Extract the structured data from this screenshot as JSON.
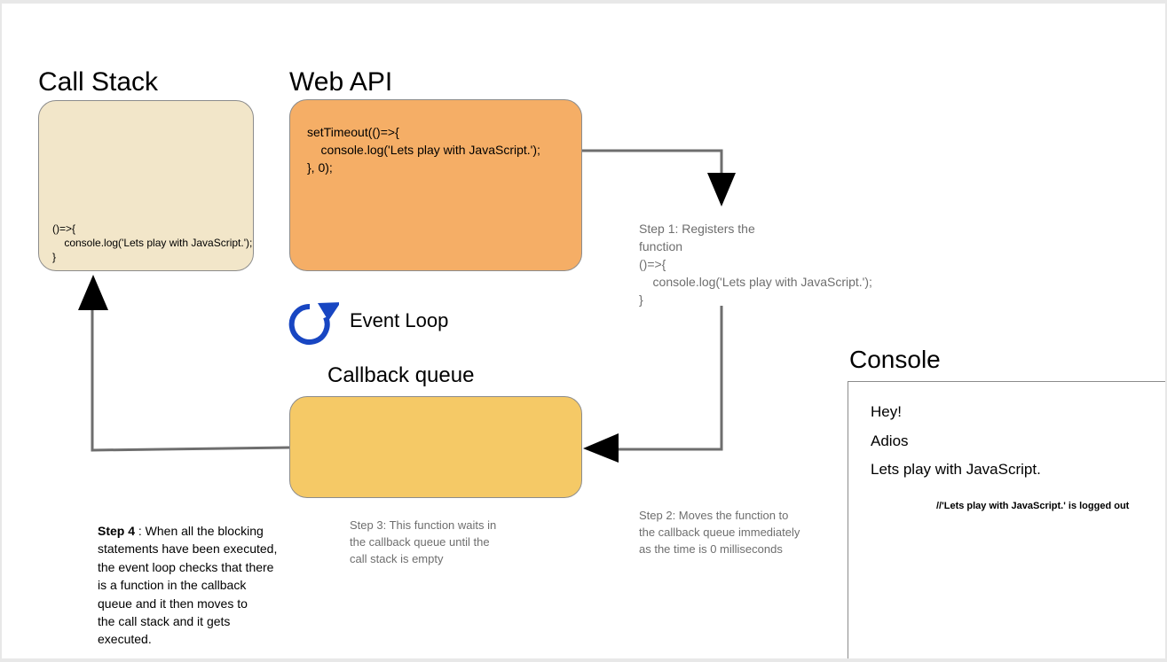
{
  "headings": {
    "call_stack": "Call Stack",
    "web_api": "Web API",
    "callback_queue": "Callback queue",
    "console": "Console",
    "event_loop": "Event Loop"
  },
  "call_stack_box": {
    "line1": "()=>{",
    "line2": "    console.log('Lets play with JavaScript.');",
    "line3": "}"
  },
  "web_api_box": {
    "line1": "setTimeout(()=>{",
    "line2": "    console.log('Lets play with JavaScript.');",
    "line3": "}, 0);"
  },
  "step1": {
    "line1": "Step 1: Registers the",
    "line2": "function",
    "line3": "()=>{",
    "line4": "    console.log('Lets play with JavaScript.');",
    "line5": "}"
  },
  "step2": {
    "line1": "Step 2: Moves the function to",
    "line2": "the callback queue immediately",
    "line3": "as the time is 0 milliseconds"
  },
  "step3": {
    "line1": "Step 3: This function waits in",
    "line2": "the callback queue until the",
    "line3": "call stack is empty"
  },
  "step4": {
    "label": "Step 4",
    "line1": " : When all the blocking",
    "line2": "statements have been executed,",
    "line3": "the event loop checks that there",
    "line4": "is a function in the callback",
    "line5": "queue and it then moves to",
    "line6": "the call stack and it gets",
    "line7": "executed."
  },
  "console_output": {
    "line1": "Hey!",
    "line2": "Adios",
    "line3": "Lets play with JavaScript.",
    "note": "//'Lets play with JavaScript.' is logged out"
  },
  "colors": {
    "call_stack_fill": "#f2e6c9",
    "web_api_fill": "#f5ae66",
    "callback_queue_fill": "#f5c966",
    "arrow": "#6e6e6e",
    "arrowhead": "#000000",
    "event_loop_icon": "#1846c2"
  },
  "icons": {
    "event_loop": "circular-arrow-icon"
  }
}
